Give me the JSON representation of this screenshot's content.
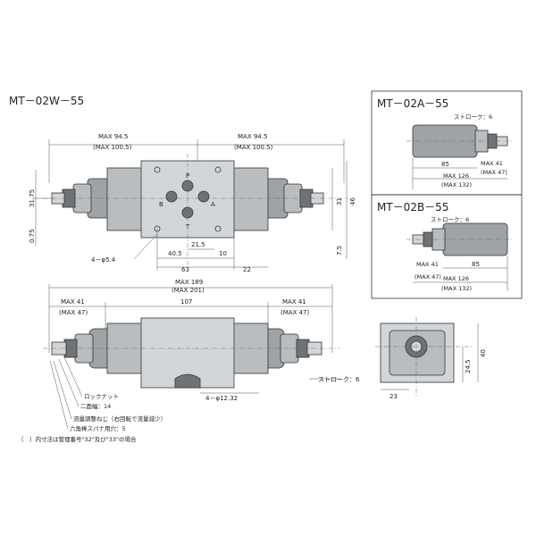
{
  "titles": {
    "main": "MT－02W－55",
    "variant_a": "MT－02A－55",
    "variant_b": "MT－02B－55"
  },
  "top_view": {
    "max_left": "MAX 94.5",
    "max_left_paren": "(MAX 100.5)",
    "max_right": "MAX 94.5",
    "max_right_paren": "(MAX 100.5)",
    "dim_31_75": "31.75",
    "dim_0_75": "0.75",
    "dim_31": "31",
    "dim_46": "46",
    "dim_7_5": "7.5",
    "dim_21_5": "21.5",
    "dim_40_5": "40.5",
    "dim_10": "10",
    "dim_63": "63",
    "dim_22": "22",
    "holes": "4－φ5.4",
    "port_p": "P",
    "port_a": "A",
    "port_b": "B",
    "port_t": "T"
  },
  "front_view": {
    "max_189": "MAX 189",
    "max_201": "(MAX 201)",
    "max41_left": "MAX 41",
    "max47_left": "(MAX 47)",
    "dim_107": "107",
    "max41_right": "MAX 41",
    "max47_right": "(MAX 47)",
    "counterbore": "4－φ12.32",
    "stroke": "ストローク：6"
  },
  "side_view": {
    "dim_24_5": "24.5",
    "dim_40": "40",
    "dim_23": "23"
  },
  "variant_a_dims": {
    "stroke": "ストローク：6",
    "dim_85": "85",
    "max41": "MAX 41",
    "max47": "(MAX 47)",
    "max126": "MAX 126",
    "max132": "(MAX 132)"
  },
  "variant_b_dims": {
    "stroke": "ストローク：6",
    "max41": "MAX 41",
    "max47": "(MAX 47)",
    "dim_85": "85",
    "max126": "MAX 126",
    "max132": "(MAX 132)"
  },
  "callouts": {
    "locknut": "ロックナット",
    "across_flats": "二面幅：14",
    "adjust_screw": "流量調整ねじ（右回転で流量減少）",
    "hex_socket": "六角棒スパナ用穴：5"
  },
  "footnote": "（　）内寸法は管理番号\"32\"及び\"33\"の場合"
}
